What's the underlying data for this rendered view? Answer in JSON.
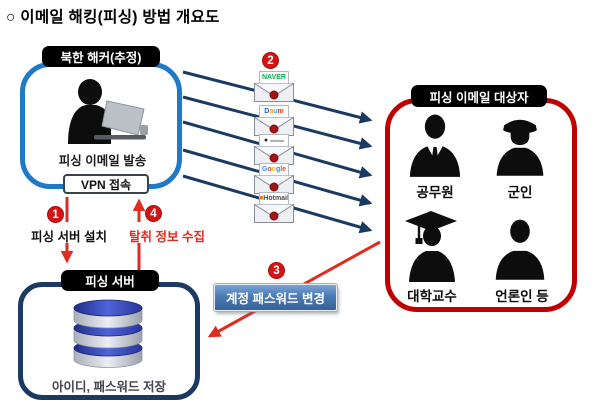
{
  "title": "○ 이메일 해킹(피싱) 방법 개요도",
  "colors": {
    "box-blue": "#1f79c9",
    "box-red": "#c00000",
    "line-navy": "#1b3a63",
    "arrow-red": "#e02b20",
    "badge-red": "#d41414",
    "button-blue": "#4a7ab5"
  },
  "hacker_box": {
    "label": "북한 해커(추정)",
    "caption": "피싱 이메일 발송",
    "vpn_label": "VPN 접속"
  },
  "steps": {
    "1": {
      "badge": "1",
      "label": "피싱 서버 설치"
    },
    "2": {
      "badge": "2"
    },
    "3": {
      "badge": "3"
    },
    "4": {
      "badge": "4",
      "label": "탈취 정보 수집"
    }
  },
  "action_button": {
    "label": "계정 패스워드 변경"
  },
  "emails": [
    {
      "name": "NAVER",
      "chars": [
        {
          "c": "NAVER",
          "color": "#03b14e"
        }
      ]
    },
    {
      "name": "Daum",
      "chars": [
        {
          "c": "D",
          "color": "#1c64da"
        },
        {
          "c": "a",
          "color": "#f7941d"
        },
        {
          "c": "u",
          "color": "#3cb4e5"
        },
        {
          "c": "m",
          "color": "#e5352c"
        }
      ]
    },
    {
      "name": "webmail (circle logo, illegible)",
      "chars": [
        {
          "c": "●",
          "color": "#2e2e2e"
        },
        {
          "c": " ▬▬",
          "color": "#b3b3b3"
        }
      ]
    },
    {
      "name": "Google",
      "chars": [
        {
          "c": "G",
          "color": "#4285f4"
        },
        {
          "c": "o",
          "color": "#ea4335"
        },
        {
          "c": "o",
          "color": "#fbbc05"
        },
        {
          "c": "g",
          "color": "#4285f4"
        },
        {
          "c": "l",
          "color": "#34a853"
        },
        {
          "c": "e",
          "color": "#ea4335"
        }
      ]
    },
    {
      "name": "Hotmail",
      "chars": [
        {
          "c": "■",
          "color": "#f0750f"
        },
        {
          "c": "Hotmail",
          "color": "#4a4a4a"
        }
      ]
    }
  ],
  "server_box": {
    "label": "피싱 서버",
    "caption": "아이디, 패스워드 저장"
  },
  "target_box": {
    "label": "피싱 이메일 대상자",
    "targets": [
      "공무원",
      "군인",
      "대학교수",
      "언론인 등"
    ]
  }
}
